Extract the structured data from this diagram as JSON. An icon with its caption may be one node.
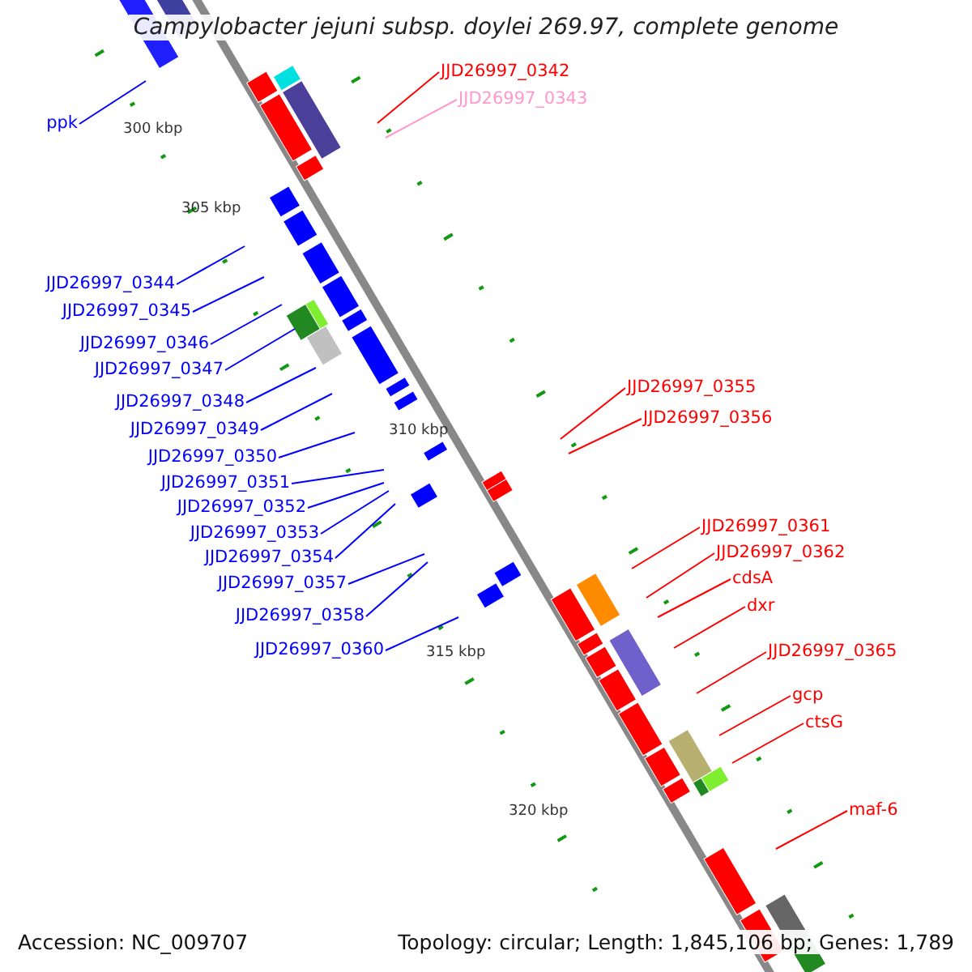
{
  "diagram": {
    "title": "Campylobacter jejuni subsp. doylei 269.97, complete genome",
    "nodes": [
      {
        "text": [
          "JJD26997_0342"
        ]
      },
      {
        "text": [
          "JJD26997_0343"
        ]
      },
      {
        "text": [
          "ppk"
        ]
      },
      {
        "text": [
          "JJD26997_0344"
        ]
      },
      {
        "text": [
          "JJD26997_0345"
        ]
      },
      {
        "text": [
          "JJD26997_0346"
        ]
      },
      {
        "text": [
          "JJD26997_0347"
        ]
      },
      {
        "text": [
          "JJD26997_0348"
        ]
      },
      {
        "text": [
          "JJD26997_0349"
        ]
      },
      {
        "text": [
          "JJD26997_0350"
        ]
      },
      {
        "text": [
          "JJD26997_0351"
        ]
      },
      {
        "text": [
          "JJD26997_0352"
        ]
      },
      {
        "text": [
          "JJD26997_0353"
        ]
      },
      {
        "text": [
          "JJD26997_0354"
        ]
      },
      {
        "text": [
          "JJD26997_0357"
        ]
      },
      {
        "text": [
          "JJD26997_0358"
        ]
      },
      {
        "text": [
          "JJD26997_0360"
        ]
      },
      {
        "text": [
          "JJD26997_0355"
        ]
      },
      {
        "text": [
          "JJD26997_0356"
        ]
      },
      {
        "text": [
          "JJD26997_0361"
        ]
      },
      {
        "text": [
          "JJD26997_0362"
        ]
      },
      {
        "text": [
          "cdsA"
        ]
      },
      {
        "text": [
          "dxr"
        ]
      },
      {
        "text": [
          "JJD26997_0365"
        ]
      },
      {
        "text": [
          "gcp"
        ]
      },
      {
        "text": [
          "ctsG"
        ]
      },
      {
        "text": [
          "maf-6"
        ]
      }
    ],
    "edges": [
      {
        "from": 0,
        "to": null,
        "arrow": "none",
        "color": "#ff0000"
      },
      {
        "from": 1,
        "to": null,
        "arrow": "none",
        "color": "#ff99cc"
      },
      {
        "from": 2,
        "to": null,
        "arrow": "none"
      },
      {
        "from": 3,
        "to": null,
        "arrow": "none"
      },
      {
        "from": 4,
        "to": null,
        "arrow": "none"
      },
      {
        "from": 5,
        "to": null,
        "arrow": "none"
      },
      {
        "from": 6,
        "to": null,
        "arrow": "none"
      },
      {
        "from": 7,
        "to": null,
        "arrow": "none"
      },
      {
        "from": 8,
        "to": null,
        "arrow": "none"
      },
      {
        "from": 9,
        "to": null,
        "arrow": "none"
      },
      {
        "from": 10,
        "to": null,
        "arrow": "none"
      },
      {
        "from": 11,
        "to": null,
        "arrow": "none"
      },
      {
        "from": 12,
        "to": null,
        "arrow": "none"
      },
      {
        "from": 13,
        "to": null,
        "arrow": "none"
      },
      {
        "from": 14,
        "to": null,
        "arrow": "none"
      },
      {
        "from": 15,
        "to": null,
        "arrow": "none"
      },
      {
        "from": 16,
        "to": null,
        "arrow": "none"
      },
      {
        "from": 17,
        "to": null,
        "arrow": "none",
        "color": "#ff0000"
      },
      {
        "from": 18,
        "to": null,
        "arrow": "none",
        "color": "#ff0000"
      },
      {
        "from": 19,
        "to": null,
        "arrow": "none",
        "color": "#ff0000"
      },
      {
        "from": 20,
        "to": null,
        "arrow": "none",
        "color": "#ff0000"
      },
      {
        "from": 21,
        "to": null,
        "arrow": "none",
        "color": "#ff0000"
      },
      {
        "from": 22,
        "to": null,
        "arrow": "none",
        "color": "#ff0000"
      },
      {
        "from": 23,
        "to": null,
        "arrow": "none",
        "color": "#ff0000"
      },
      {
        "from": 24,
        "to": null,
        "arrow": "none",
        "color": "#ff0000"
      },
      {
        "from": 25,
        "to": null,
        "arrow": "none",
        "color": "#ff0000"
      },
      {
        "from": 26,
        "to": null,
        "arrow": "none",
        "color": "#ff0000"
      }
    ],
    "labels": [
      "300 kbp",
      "305 kbp",
      "310 kbp",
      "315 kbp",
      "320 kbp",
      "Accession: NC_009707",
      "Topology: circular; Length: 1,845,106 bp; Genes: 1,789"
    ]
  }
}
